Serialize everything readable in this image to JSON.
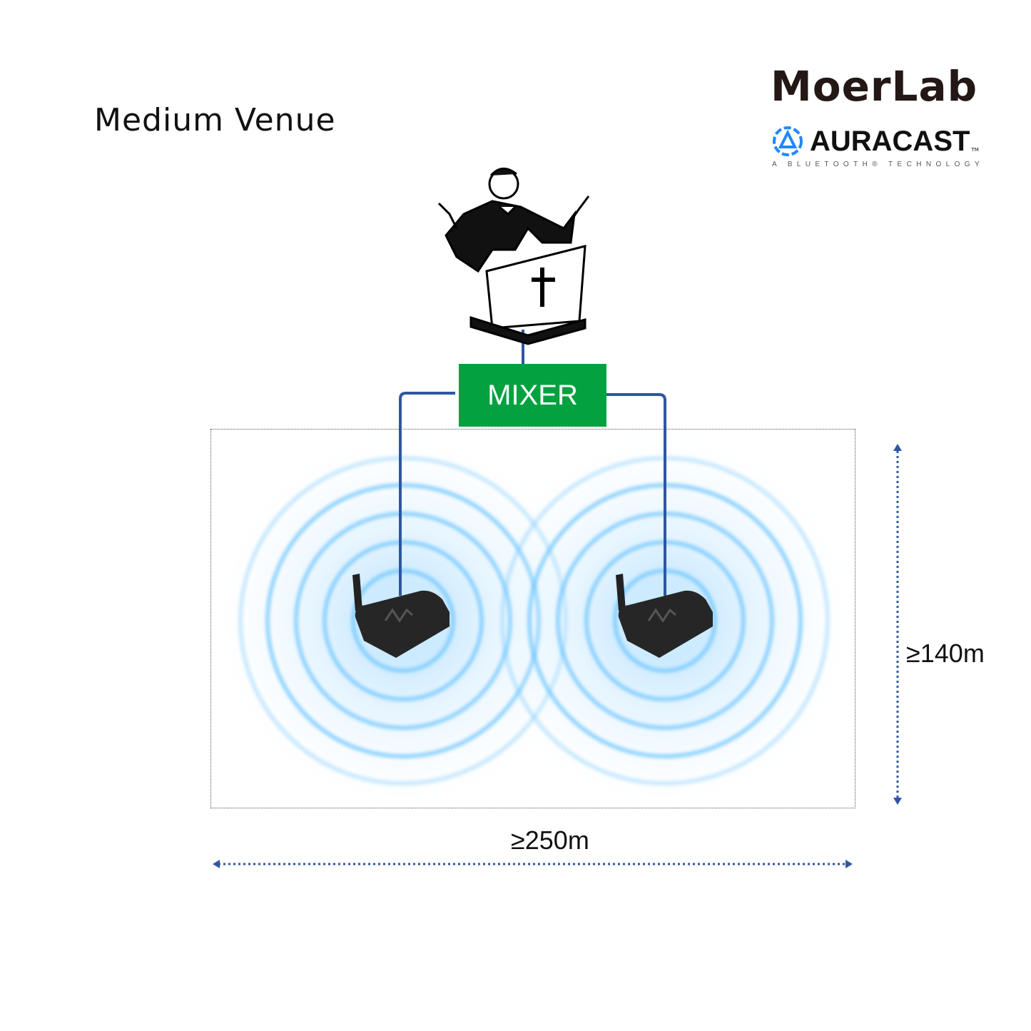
{
  "title": "Medium Venue",
  "logos": {
    "brand": "MoerLab",
    "auracast": "AURACAST",
    "auracast_tm": "TM",
    "auracast_tagline": "A BLUETOOTH® TECHNOLOGY"
  },
  "mixer": {
    "label": "MIXER",
    "color": "#03a140"
  },
  "dimensions": {
    "width": "≥250m",
    "height": "≥140m"
  },
  "colors": {
    "cable": "#2f56a0",
    "signal_ring": "#5ab8ff",
    "arrow": "#2f56a0"
  },
  "transmitters": [
    {
      "name": "left-transmitter"
    },
    {
      "name": "right-transmitter"
    }
  ]
}
